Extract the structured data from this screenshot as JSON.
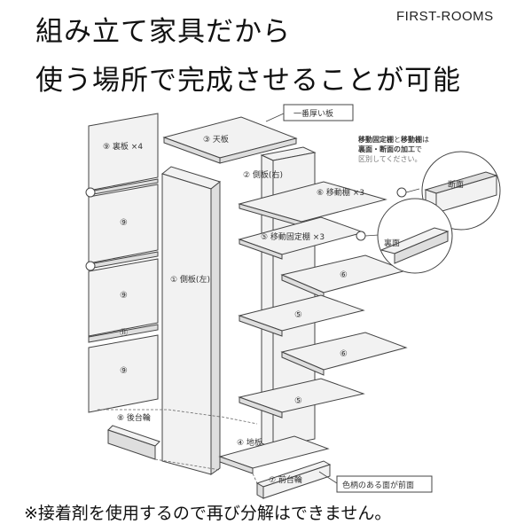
{
  "headline": {
    "line1": "組み立て家具だから",
    "line2": "使う場所で完成させることが可能",
    "brand": "FIRST-ROOMS"
  },
  "labels": {
    "top_thickest": "一番厚い板",
    "top_board": "③ 天板",
    "side_right": "② 側板(右)",
    "side_left": "① 側板(左)",
    "back_board": "⑨ 裏板 ×4",
    "movable_shelf": "⑥ 移動棚 ×3",
    "fixed_shelf": "⑤ 移動固定棚 ×3",
    "bottom_board": "④ 地板",
    "rear_base": "⑧ 後台輪",
    "front_base": "⑦ 前台輪",
    "front_note": "色柄のある面が前面",
    "cross_section": "断面",
    "back_face": "裏面",
    "n5": "⑤",
    "n6": "⑥",
    "n9": "⑨",
    "n11": "⑪"
  },
  "note": {
    "part1": "移動固定棚",
    "part2": "と",
    "part3": "移動棚",
    "part4": "は",
    "line2": "裏面・断面の加工",
    "line2_end": "で",
    "line3": "区別してください。"
  },
  "footnote": "※接着剤を使用するので再び分解はできません。",
  "colors": {
    "line": "#444444",
    "board": "#f2f2f2",
    "board_dark": "#dedede"
  }
}
